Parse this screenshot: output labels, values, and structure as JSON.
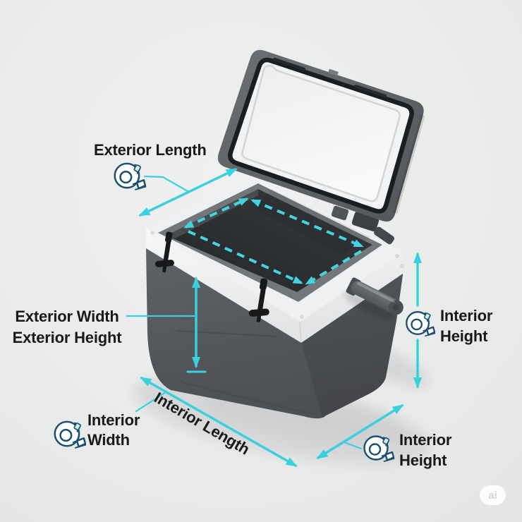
{
  "diagram": {
    "subject": "cooler-dimensions-infographic",
    "annotations": {
      "exterior_length": {
        "label": "Exterior Length"
      },
      "exterior_width_height": {
        "line1": "Exterior Width",
        "line2": "Exterior Height"
      },
      "interior_width": {
        "line1": "Interior",
        "line2": "Width"
      },
      "interior_length": {
        "label": "Interior Length"
      },
      "interior_height_right": {
        "line1": "Interior",
        "line2": "Height"
      },
      "interior_height_bottom": {
        "line1": "Interior",
        "line2": "Height"
      }
    },
    "icons": {
      "tape_measure": "tape-measure-icon"
    },
    "colors": {
      "accent_teal": "#3bd0dd",
      "dashed_teal": "#43d4e0",
      "background": "#ebecec",
      "text": "#17191b",
      "icon_stroke": "#1d4e6e",
      "cooler_body": "#54585c",
      "cooler_rim": "#f2f3f4",
      "cooler_cavity": "#2b2e31"
    },
    "watermark": {
      "text": "ai"
    }
  }
}
